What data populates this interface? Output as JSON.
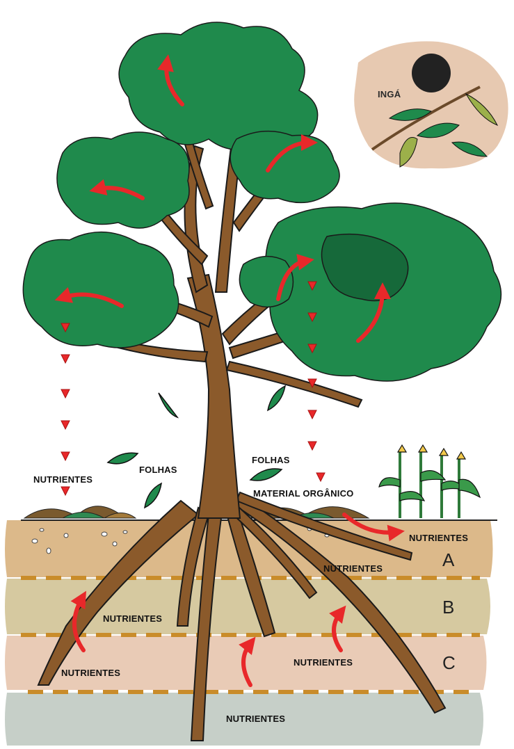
{
  "labels": {
    "inga": "INGÁ",
    "folhas_left": "FOLHAS",
    "folhas_right": "FOLHAS",
    "nutrientes_left": "NUTRIENTES",
    "material_organico": "MATERIAL ORGÂNICO",
    "nutrientes_crops": "NUTRIENTES",
    "nutrientes_a": "NUTRIENTES",
    "nutrientes_b": "NUTRIENTES",
    "nutrientes_c_left": "NUTRIENTES",
    "nutrientes_c_right": "NUTRIENTES",
    "nutrientes_bottom": "NUTRIENTES"
  },
  "soil_layers": [
    {
      "name": "A",
      "color": "#dcb98a"
    },
    {
      "name": "B",
      "color": "#d6c9a0"
    },
    {
      "name": "C",
      "color": "#e9cbb6"
    },
    {
      "name": "",
      "color": "#c6cfc8"
    }
  ],
  "colors": {
    "foliage": "#1f8a4c",
    "foliage_dark": "#16693a",
    "trunk": "#8b5a2b",
    "arrow": "#e8282a",
    "inga_bg": "#e7c9b1"
  }
}
